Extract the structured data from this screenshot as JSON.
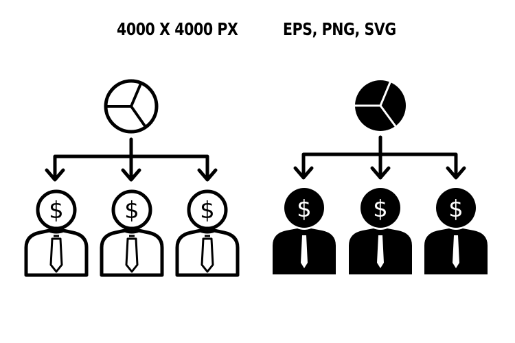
{
  "header": {
    "size_label": "4000 X 4000 PX",
    "formats_label": "EPS, PNG, SVG"
  },
  "icons": [
    {
      "variant": "outline",
      "top_icon": "pie-chart-icon",
      "children": [
        "person-dollar-icon",
        "person-dollar-icon",
        "person-dollar-icon"
      ],
      "connector": "arrow-down-icon"
    },
    {
      "variant": "filled",
      "top_icon": "pie-chart-icon",
      "children": [
        "person-dollar-icon",
        "person-dollar-icon",
        "person-dollar-icon"
      ],
      "connector": "arrow-down-icon"
    }
  ],
  "colors": {
    "ink": "#000000",
    "background": "#ffffff"
  },
  "symbols": {
    "dollar": "$"
  }
}
